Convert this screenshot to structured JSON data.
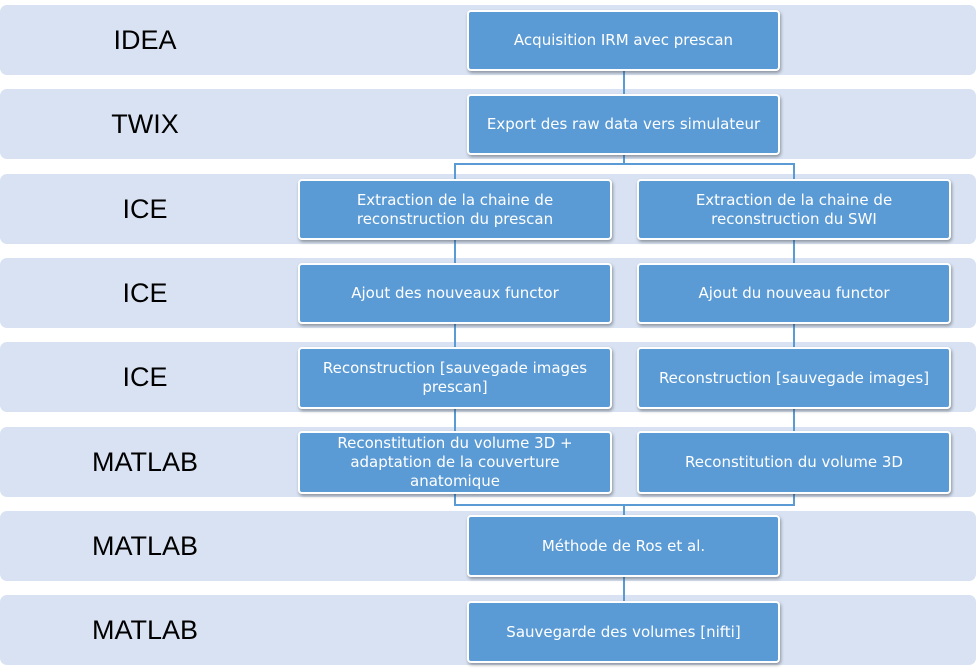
{
  "stages": [
    "IDEA",
    "TWIX",
    "ICE",
    "ICE",
    "ICE",
    "MATLAB",
    "MATLAB",
    "MATLAB"
  ],
  "steps": {
    "acquisition": "Acquisition IRM avec prescan",
    "export": "Export des raw data vers simulateur",
    "extraction_prescan": "Extraction de la chaine de reconstruction du prescan",
    "extraction_swi": "Extraction de la chaine de reconstruction du SWI",
    "ajout_functors": "Ajout des nouveaux functor",
    "ajout_functor": "Ajout du nouveau functor",
    "reconstruction_prescan": "Reconstruction [sauvegade images prescan]",
    "reconstruction_swi": "Reconstruction [sauvegade images]",
    "reconstitution_adaptation": "Reconstitution du volume 3D + adaptation de la couverture anatomique",
    "reconstitution": "Reconstitution du volume 3D",
    "methode_ros": "Méthode de Ros et al.",
    "sauvegarde": "Sauvegarde des volumes [nifti]"
  },
  "colors": {
    "band": "#d8e2f2",
    "box": "#5b9bd5",
    "box_text": "#ffffff",
    "connector": "#5b9bd5"
  }
}
